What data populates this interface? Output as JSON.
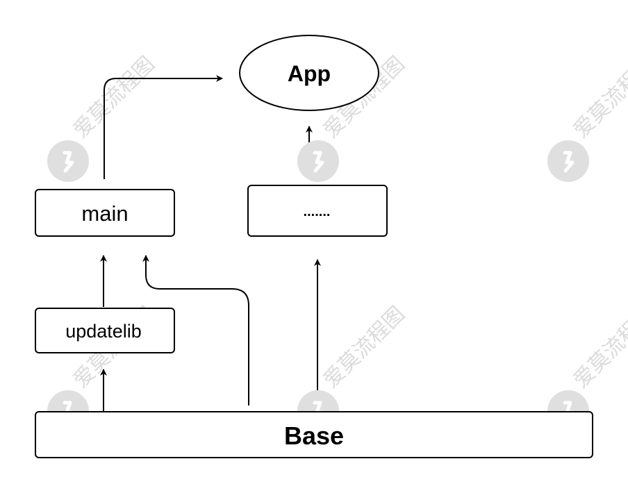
{
  "diagram": {
    "nodes": {
      "app": "App",
      "main": "main",
      "dots": ".......",
      "updatelib": "updatelib",
      "base": "Base"
    }
  },
  "watermark": {
    "text": "爱莫流程图",
    "color": "#cfcfcf"
  },
  "colors": {
    "stroke": "#000000",
    "background": "#ffffff"
  }
}
